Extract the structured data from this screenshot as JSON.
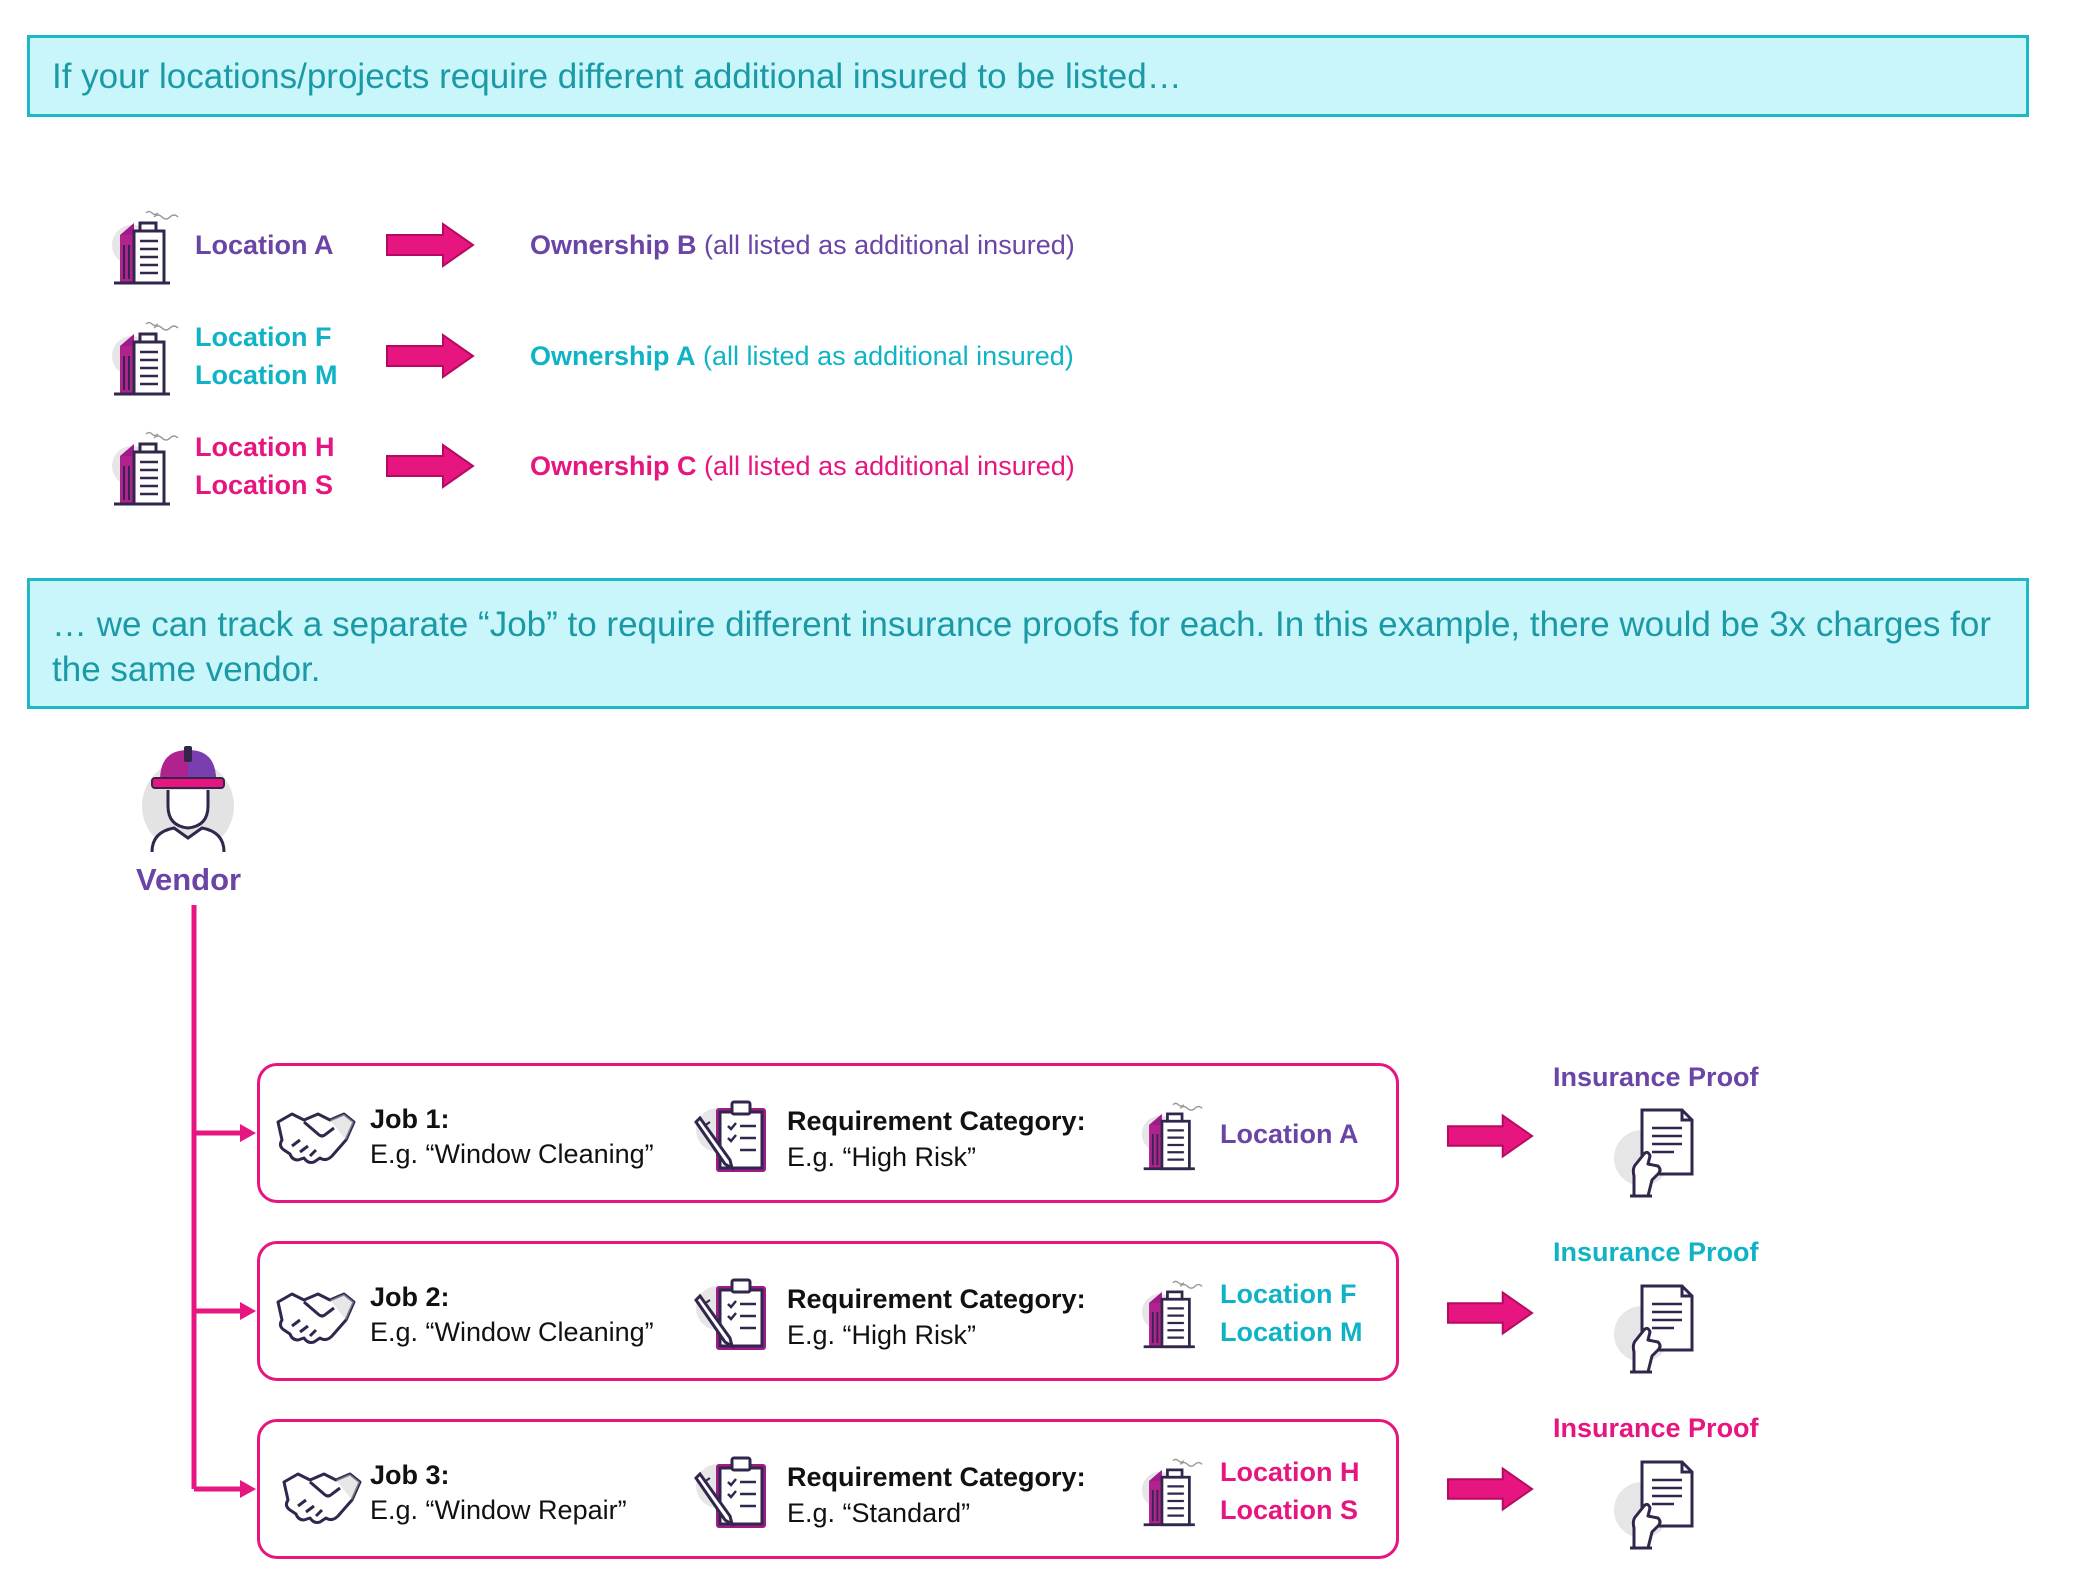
{
  "banner_top": "If your locations/projects require different additional insured to be listed…",
  "banner_bottom": "… we can track a separate “Job” to require different insurance proofs for each. In this example, there would be 3x charges for the same vendor.",
  "location_rows": [
    {
      "locations": [
        "Location A"
      ],
      "ownership": "Ownership B",
      "suffix": " (all listed as additional insured)",
      "color": "#6a45a6"
    },
    {
      "locations": [
        "Location F",
        "Location M"
      ],
      "ownership": "Ownership A",
      "suffix": " (all listed as additional insured)",
      "color": "#10b3c6"
    },
    {
      "locations": [
        "Location H",
        "Location S"
      ],
      "ownership": "Ownership C",
      "suffix": " (all listed as additional insured)",
      "color": "#e6157f"
    }
  ],
  "vendor": {
    "label": "Vendor"
  },
  "jobs": [
    {
      "title": "Job 1:",
      "example": "E.g. “Window Cleaning”",
      "req_title": "Requirement Category:",
      "req_example": "E.g. “High Risk”",
      "locations": [
        "Location A"
      ],
      "proof_label": "Insurance Proof",
      "color": "#6a45a6"
    },
    {
      "title": "Job 2:",
      "example": "E.g. “Window Cleaning”",
      "req_title": "Requirement Category:",
      "req_example": "E.g. “High Risk”",
      "locations": [
        "Location F",
        "Location M"
      ],
      "proof_label": "Insurance Proof",
      "color": "#10b3c6"
    },
    {
      "title": "Job 3:",
      "example": "E.g. “Window Repair”",
      "req_title": "Requirement Category:",
      "req_example": "E.g. “Standard”",
      "locations": [
        "Location H",
        "Location S"
      ],
      "proof_label": "Insurance Proof",
      "color": "#e6157f"
    }
  ],
  "colors": {
    "accent": "#e6157f",
    "purple": "#6a45a6",
    "teal": "#10b3c6",
    "banner_bg": "#c8f6fb",
    "banner_border": "#1fb8c6",
    "banner_text": "#1b9aa6"
  },
  "icons": [
    "building-icon",
    "arrow-right-icon",
    "worker-hardhat-icon",
    "handshake-icon",
    "clipboard-checklist-icon",
    "insurance-document-hand-icon"
  ]
}
